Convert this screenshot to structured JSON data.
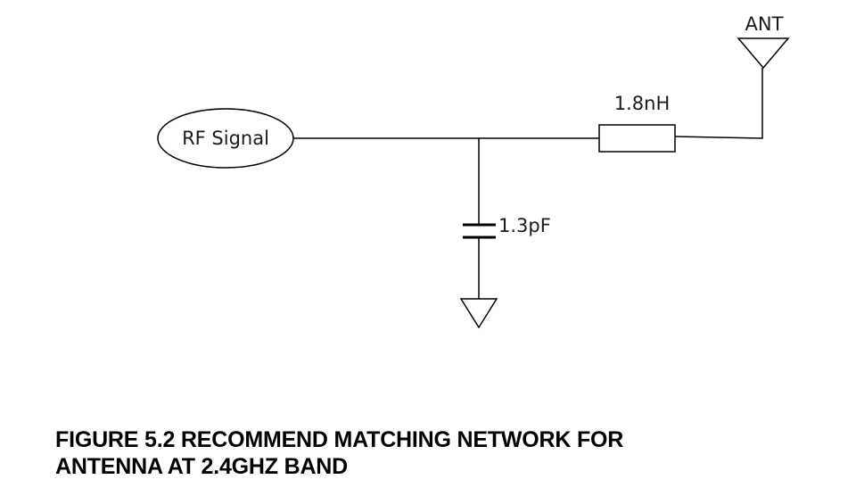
{
  "diagram": {
    "source_label": "RF Signal",
    "inductor_label": "1.8nH",
    "capacitor_label": "1.3pF",
    "antenna_label": "ANT"
  },
  "caption": {
    "line1": "FIGURE 5.2 RECOMMEND MATCHING NETWORK FOR",
    "line2": "ANTENNA AT 2.4GHZ BAND"
  }
}
